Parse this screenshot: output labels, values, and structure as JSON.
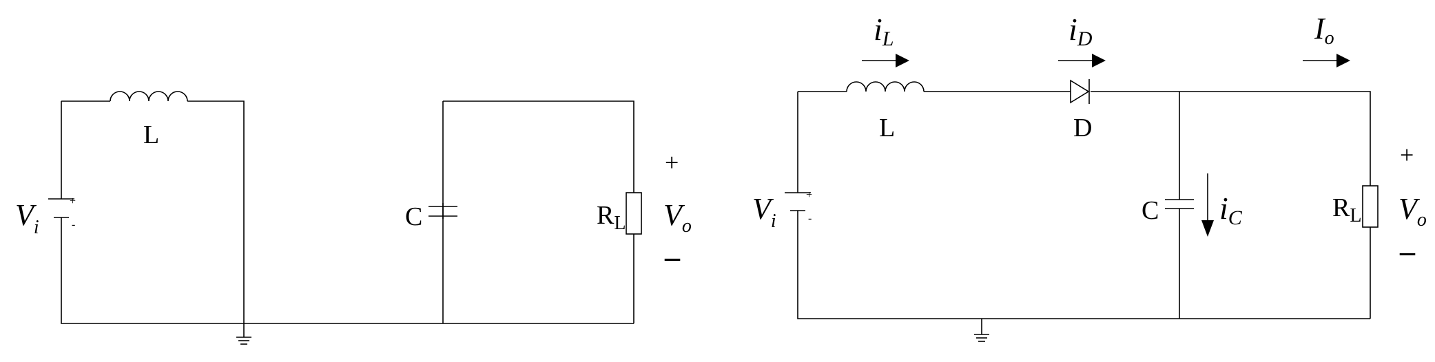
{
  "left_circuit": {
    "source": {
      "main": "V",
      "sub": "i",
      "plus": "+",
      "minus": "-"
    },
    "inductor": "L",
    "capacitor": "C",
    "resistor": {
      "main": "R",
      "sub": "L"
    },
    "output": {
      "main": "V",
      "sub": "o",
      "plus": "+",
      "minus": "–"
    }
  },
  "right_circuit": {
    "source": {
      "main": "V",
      "sub": "i",
      "plus": "+",
      "minus": "-"
    },
    "inductor": "L",
    "diode": "D",
    "capacitor": "C",
    "resistor": {
      "main": "R",
      "sub": "L"
    },
    "output": {
      "main": "V",
      "sub": "o",
      "plus": "+",
      "minus": "–"
    },
    "currents": {
      "inductor": {
        "main": "i",
        "sub": "L"
      },
      "diode": {
        "main": "i",
        "sub": "D"
      },
      "capacitor": {
        "main": "i",
        "sub": "C"
      },
      "output": {
        "main": "I",
        "sub": "o"
      }
    }
  }
}
